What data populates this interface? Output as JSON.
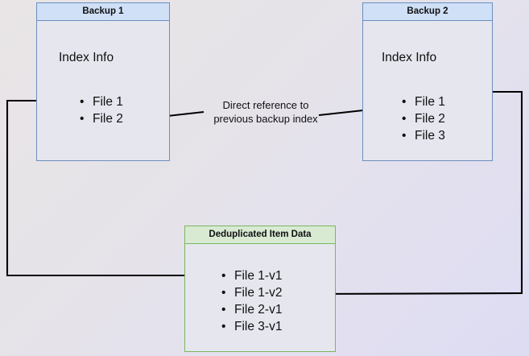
{
  "diagram": {
    "title_hidden": "",
    "background": {
      "from": "#e9e5e6",
      "to": "#dedcf3"
    },
    "colors": {
      "blue_border": "#6c8ebf",
      "blue_header_fill": "#cfe0f7",
      "green_border": "#7cb65e",
      "green_header_fill": "#d9ead3",
      "node_body_fill": "#e6e6ef",
      "connector": "#000000"
    },
    "nodes": [
      {
        "id": "backup1",
        "header": "Backup 1",
        "title": "Index Info",
        "items": [
          "File 1",
          "File 2"
        ]
      },
      {
        "id": "backup2",
        "header": "Backup 2",
        "title": "Index Info",
        "items": [
          "File 1",
          "File 2",
          "File 3"
        ]
      },
      {
        "id": "dedup",
        "header": "Deduplicated Item Data",
        "items": [
          "File 1-v1",
          "File 1-v2",
          "File 2-v1",
          "File 3-v1"
        ]
      }
    ],
    "annotations": [
      {
        "id": "direct-reference",
        "line1": "Direct reference to",
        "line2": "previous backup index"
      }
    ]
  }
}
